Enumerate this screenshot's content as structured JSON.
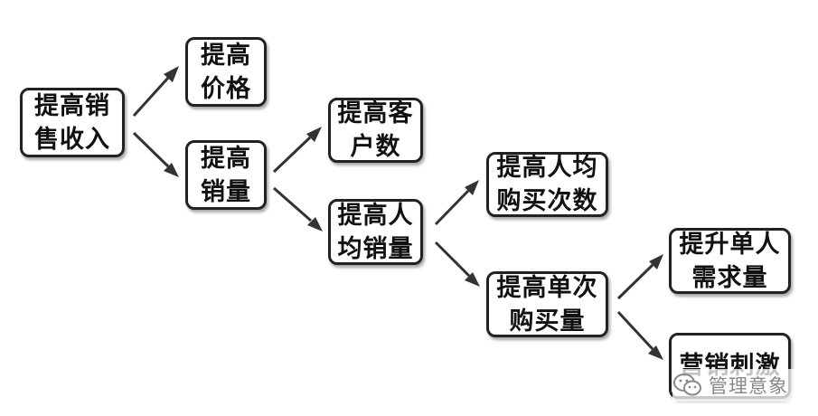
{
  "nodes": {
    "root": "提高销\n售收入",
    "price": "提高\n价格",
    "volume": "提高\n销量",
    "customers": "提高客\n户数",
    "per_capita": "提高人\n均销量",
    "frequency": "提高人均\n购买次数",
    "per_purchase": "提高单次\n购买量",
    "demand": "提升单人\n需求量",
    "promotion": "营销刺激"
  },
  "watermark": {
    "text": "管理意象",
    "icon": "wechat-icon"
  },
  "colors": {
    "border": "#222222",
    "arrow": "#333333",
    "text": "#111111",
    "watermark": "#888888"
  }
}
